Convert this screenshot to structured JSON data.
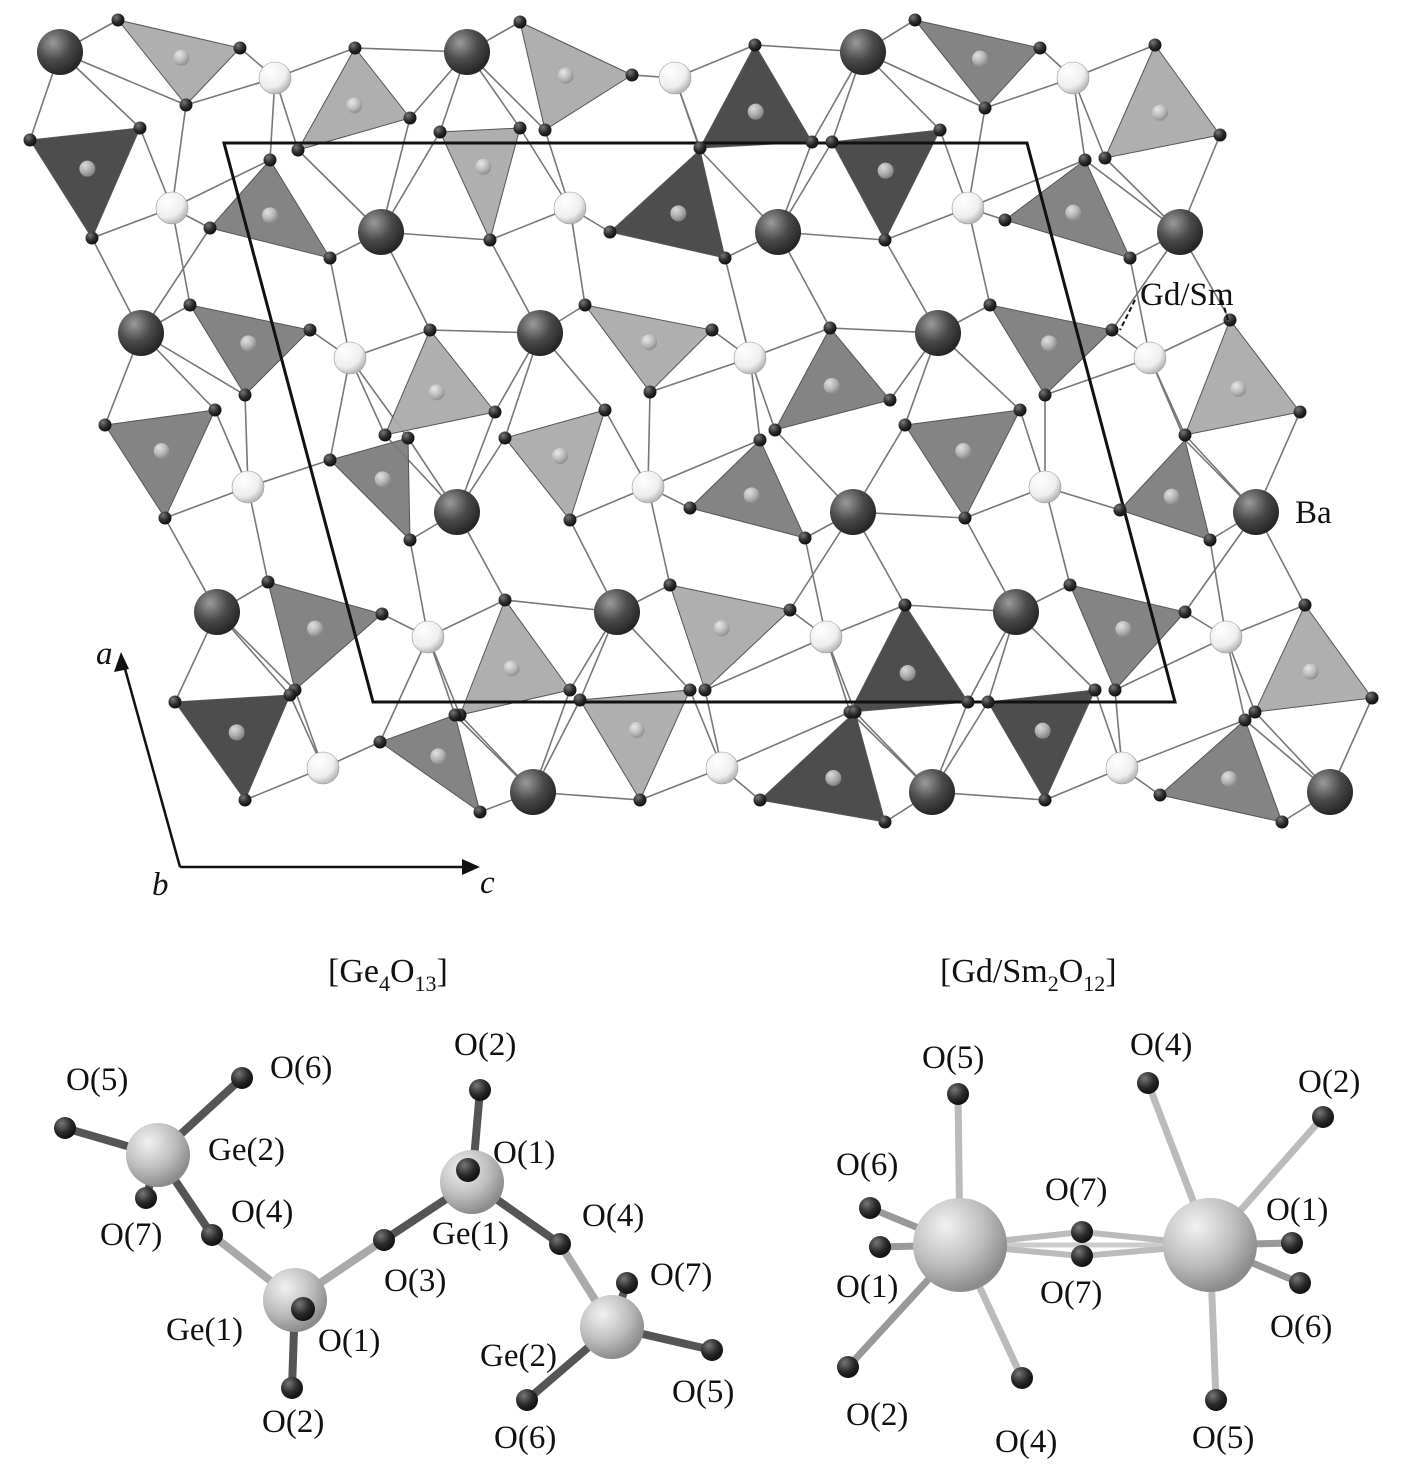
{
  "colors": {
    "ba_atom": "#4a4a4a",
    "ln_atom": "#f6f6f6",
    "oxygen": "#2a2a2a",
    "ge_atom": "#bdbdbd",
    "tetra_light": "#a8a8a8",
    "tetra_mid": "#7a7a7a",
    "tetra_dark": "#3e3e3e",
    "bond": "#777777",
    "cell": "#111111"
  },
  "crystal": {
    "label_gdsm": "Gd/Sm",
    "label_ba": "Ba",
    "axes": {
      "a": "a",
      "b": "b",
      "c": "c"
    }
  },
  "ge4o13": {
    "title_main": "[Ge",
    "sub1": "4",
    "title_mid": "O",
    "sub2": "13",
    "title_end": "]",
    "labels": [
      "O(5)",
      "O(6)",
      "Ge(2)",
      "O(7)",
      "O(4)",
      "O(2)",
      "O(1)",
      "Ge(1)",
      "O(3)",
      "O(4)",
      "O(7)",
      "Ge(1)",
      "O(1)",
      "Ge(2)",
      "O(5)",
      "O(2)",
      "O(6)"
    ]
  },
  "gdsm2o12": {
    "title_main": "[Gd/Sm",
    "sub1": "2",
    "title_mid": "O",
    "sub2": "12",
    "title_end": "]",
    "labels": [
      "O(5)",
      "O(4)",
      "O(2)",
      "O(6)",
      "O(7)",
      "O(1)",
      "O(1)",
      "O(7)",
      "O(6)",
      "O(2)",
      "O(4)",
      "O(5)"
    ]
  }
}
